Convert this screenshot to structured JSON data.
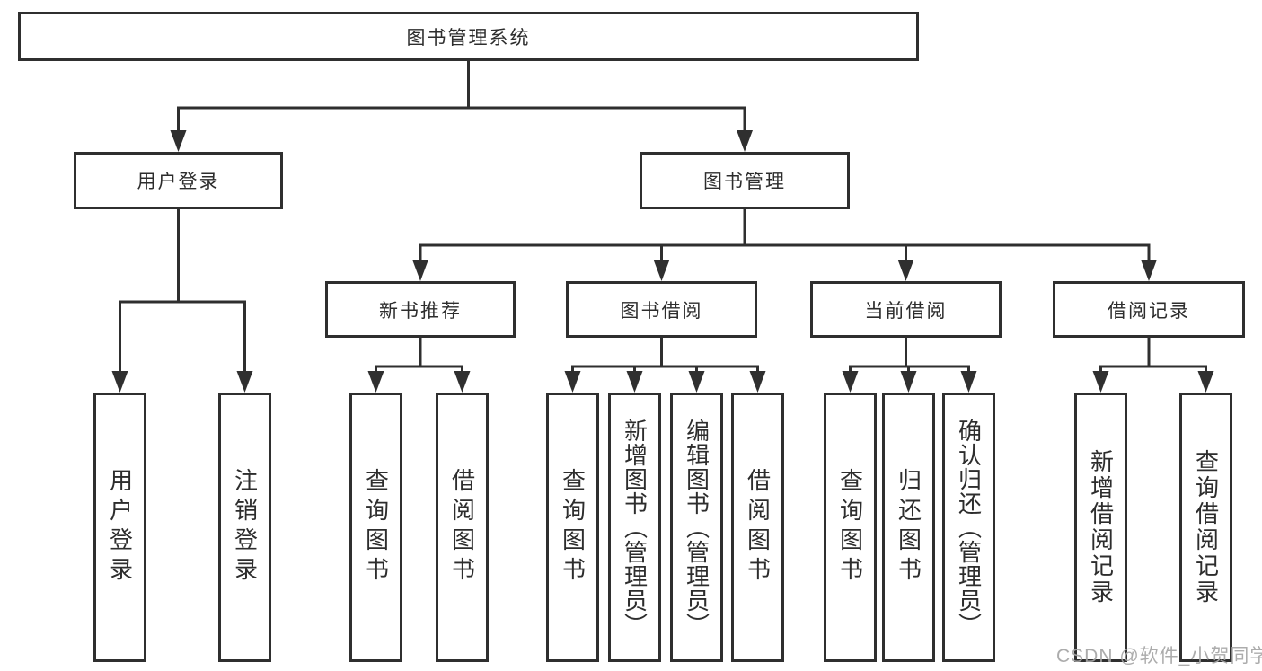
{
  "tree": {
    "root": "图书管理系统",
    "branches": [
      {
        "label": "用户登录",
        "leaves": [
          "用户登录",
          "注销登录"
        ]
      },
      {
        "label": "图书管理",
        "groups": [
          {
            "label": "新书推荐",
            "leaves": [
              "查询图书",
              "借阅图书"
            ]
          },
          {
            "label": "图书借阅",
            "leaves": [
              "查询图书",
              "新增图书（管理员）",
              "编辑图书（管理员）",
              "借阅图书"
            ]
          },
          {
            "label": "当前借阅",
            "leaves": [
              "查询图书",
              "归还图书",
              "确认归还（管理员）"
            ]
          },
          {
            "label": "借阅记录",
            "leaves": [
              "新增借阅记录",
              "查询借阅记录"
            ]
          }
        ]
      }
    ]
  },
  "watermark": {
    "text": "CSDN @软件_小贺同学"
  },
  "colors": {
    "line": "#2f2f2f",
    "box_border": "#2f2f2f",
    "text": "#2d2d2d",
    "watermark": "#a6a6a6",
    "background": "#ffffff"
  }
}
